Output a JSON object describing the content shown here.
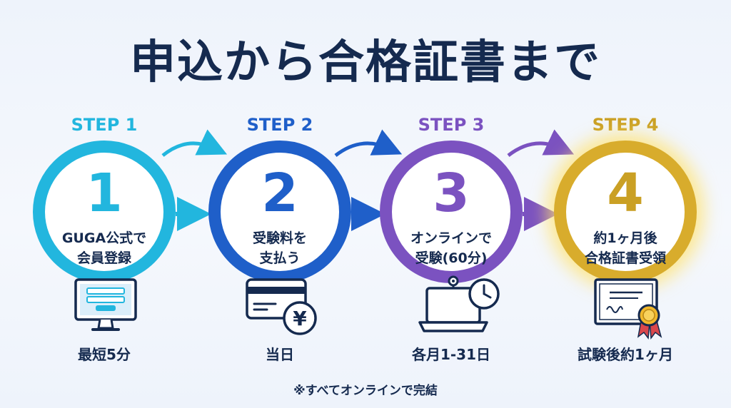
{
  "title": "申込から合格証書まで",
  "steps": [
    {
      "label": "STEP 1",
      "number": "1",
      "desc": "GUGA公式で\n会員登録",
      "bottom": "最短5分",
      "icon": "monitor-form-icon",
      "color": "#22b6de"
    },
    {
      "label": "STEP 2",
      "number": "2",
      "desc": "受験料を\n支払う",
      "bottom": "当日",
      "icon": "credit-card-yen-icon",
      "color": "#1f5fc9"
    },
    {
      "label": "STEP 3",
      "number": "3",
      "desc": "オンラインで\n受験(60分)",
      "bottom": "各月1-31日",
      "icon": "laptop-webcam-clock-icon",
      "color": "#7b52c0"
    },
    {
      "label": "STEP 4",
      "number": "4",
      "desc": "約1ヶ月後\n合格証書受領",
      "bottom": "試験後約1ヶ月",
      "icon": "certificate-ribbon-icon",
      "color": "#caa024"
    }
  ],
  "yen_symbol": "¥",
  "footnote": "※すべてオンラインで完結"
}
